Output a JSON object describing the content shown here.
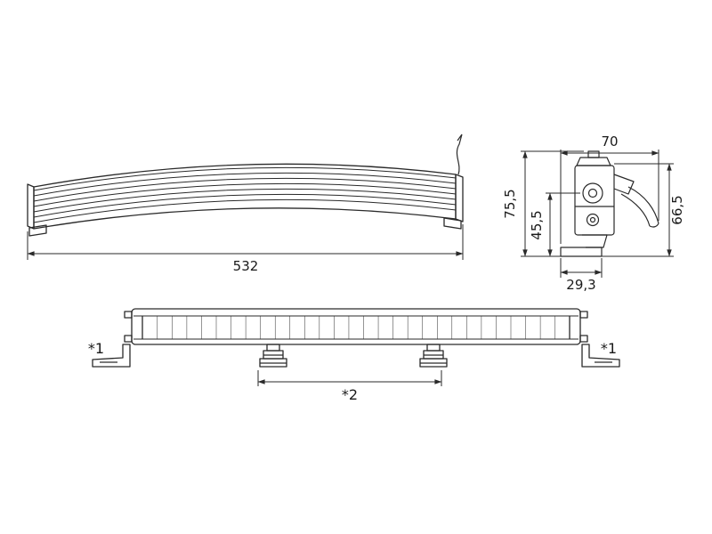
{
  "drawing": {
    "type": "technical-dimension-drawing",
    "subject": "curved LED light bar with mounting brackets",
    "line_color": "#2a2a2a",
    "text_color": "#1a1a1a",
    "views": {
      "side": {
        "length": "532"
      },
      "end": {
        "width_top": "70",
        "height_total": "75,5",
        "height_lower": "45,5",
        "height_right": "66,5",
        "base_width": "29,3"
      },
      "front": {
        "bracket_note_left": "*1",
        "bracket_note_right": "*1",
        "mount_spacing_note": "*2"
      }
    }
  }
}
